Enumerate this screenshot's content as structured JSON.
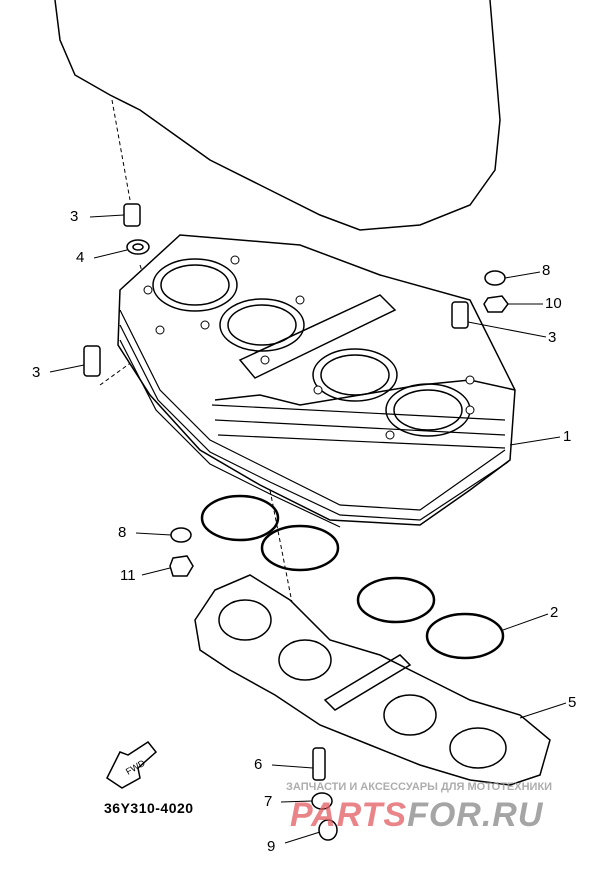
{
  "diagram": {
    "part_code": "36Y310-4020",
    "fwd_label": "FWD",
    "callouts": [
      {
        "id": "c3a",
        "text": "3"
      },
      {
        "id": "c4",
        "text": "4"
      },
      {
        "id": "c3b",
        "text": "3"
      },
      {
        "id": "c8a",
        "text": "8"
      },
      {
        "id": "c10",
        "text": "10"
      },
      {
        "id": "c3c",
        "text": "3"
      },
      {
        "id": "c1",
        "text": "1"
      },
      {
        "id": "c8b",
        "text": "8"
      },
      {
        "id": "c11",
        "text": "11"
      },
      {
        "id": "c2",
        "text": "2"
      },
      {
        "id": "c5",
        "text": "5"
      },
      {
        "id": "c6",
        "text": "6"
      },
      {
        "id": "c7",
        "text": "7"
      },
      {
        "id": "c9",
        "text": "9"
      }
    ]
  },
  "watermark": {
    "tagline": "ЗАПЧАСТИ И АКСЕССУАРЫ ДЛЯ МОТОТЕХНИКИ",
    "brand_a": "PARTS",
    "brand_b": "FOR.RU"
  }
}
